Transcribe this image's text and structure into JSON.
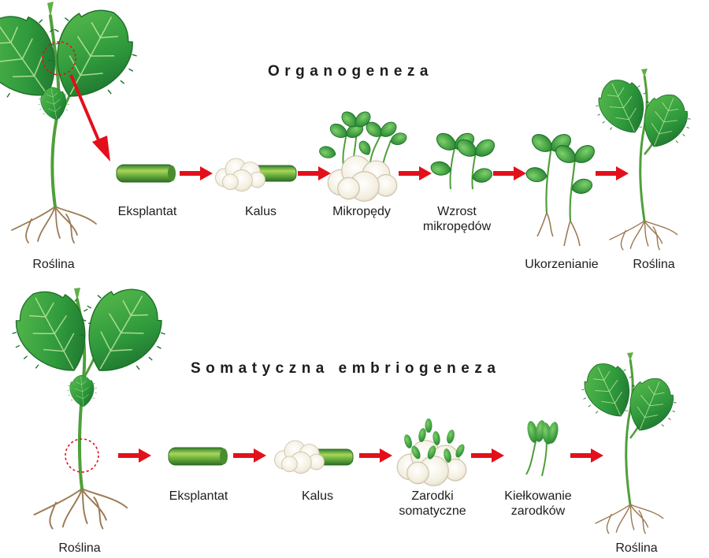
{
  "organogeneza": {
    "title": "Organogeneza",
    "labels": {
      "plant_start": "Roślina",
      "explant": "Eksplantat",
      "callus": "Kalus",
      "microshoots": "Mikropędy",
      "growth_line1": "Wzrost",
      "growth_line2": "mikropędów",
      "rooting": "Ukorzenianie",
      "plant_end": "Roślina"
    }
  },
  "embriogeneza": {
    "title": "Somatyczna embriogeneza",
    "labels": {
      "plant_start": "Roślina",
      "explant": "Eksplantat",
      "callus": "Kalus",
      "embryos_line1": "Zarodki",
      "embryos_line2": "somatyczne",
      "germination_line1": "Kiełkowanie",
      "germination_line2": "zarodków",
      "plant_end": "Roślina"
    }
  },
  "colors": {
    "leaf": "#2f9a3c",
    "leaf_dark": "#1d6f2a",
    "stem": "#4f9f3a",
    "root": "#9c7b55",
    "arrow": "#e3101b",
    "callus": "#f4f0e4",
    "explant": "#5fa83c"
  }
}
